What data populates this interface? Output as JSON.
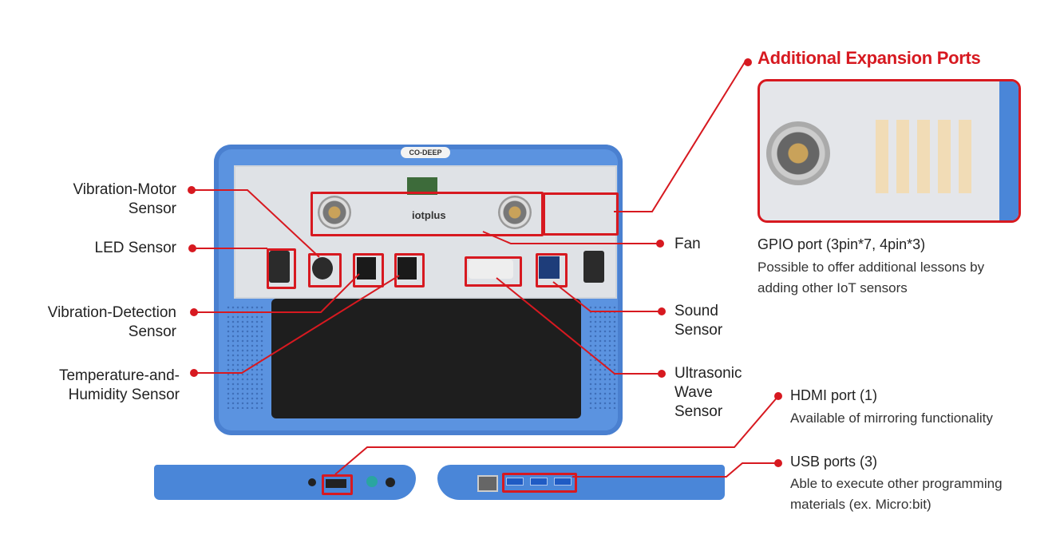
{
  "brand": {
    "logo": "CO-DEEP",
    "board_logo": "iotplus"
  },
  "labels": {
    "vibration_motor": [
      "Vibration-Motor",
      "Sensor"
    ],
    "led": [
      "LED Sensor"
    ],
    "vibration_detection": [
      "Vibration-Detection",
      "Sensor"
    ],
    "temp_humidity": [
      "Temperature-and-",
      "Humidity Sensor"
    ],
    "fan": [
      "Fan"
    ],
    "sound": [
      "Sound",
      "Sensor"
    ],
    "ultrasonic": [
      "Ultrasonic",
      "Wave",
      "Sensor"
    ]
  },
  "expansion": {
    "title": "Additional Expansion Ports",
    "port_title": "GPIO port (3pin*7, 4pin*3)",
    "desc": [
      "Possible to offer additional lessons by",
      "adding other IoT sensors"
    ]
  },
  "hdmi": {
    "title": "HDMI port (1)",
    "desc": "Available of mirroring functionality"
  },
  "usb": {
    "title": "USB ports (3)",
    "desc": [
      "Able to execute other programming",
      "materials (ex. Micro:bit)"
    ]
  },
  "colors": {
    "accent": "#d71920",
    "device": "#4a86d8",
    "device_dark": "#3a6fc0",
    "keyboard": "#1e1e1e"
  }
}
